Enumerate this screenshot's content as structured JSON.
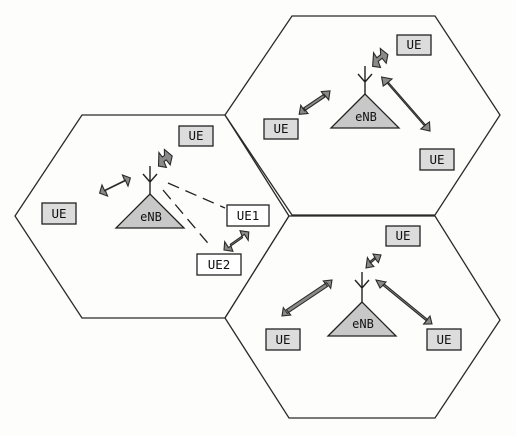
{
  "diagram": {
    "base_station_label": "eNB",
    "ue_label": "UE",
    "ue1_label": "UE1",
    "ue2_label": "UE2"
  },
  "colors": {
    "arrow_fill": "#8a8a8a",
    "box_fill": "#dcdcdc",
    "triangle_fill": "#c8c8c8",
    "line": "#222222"
  }
}
